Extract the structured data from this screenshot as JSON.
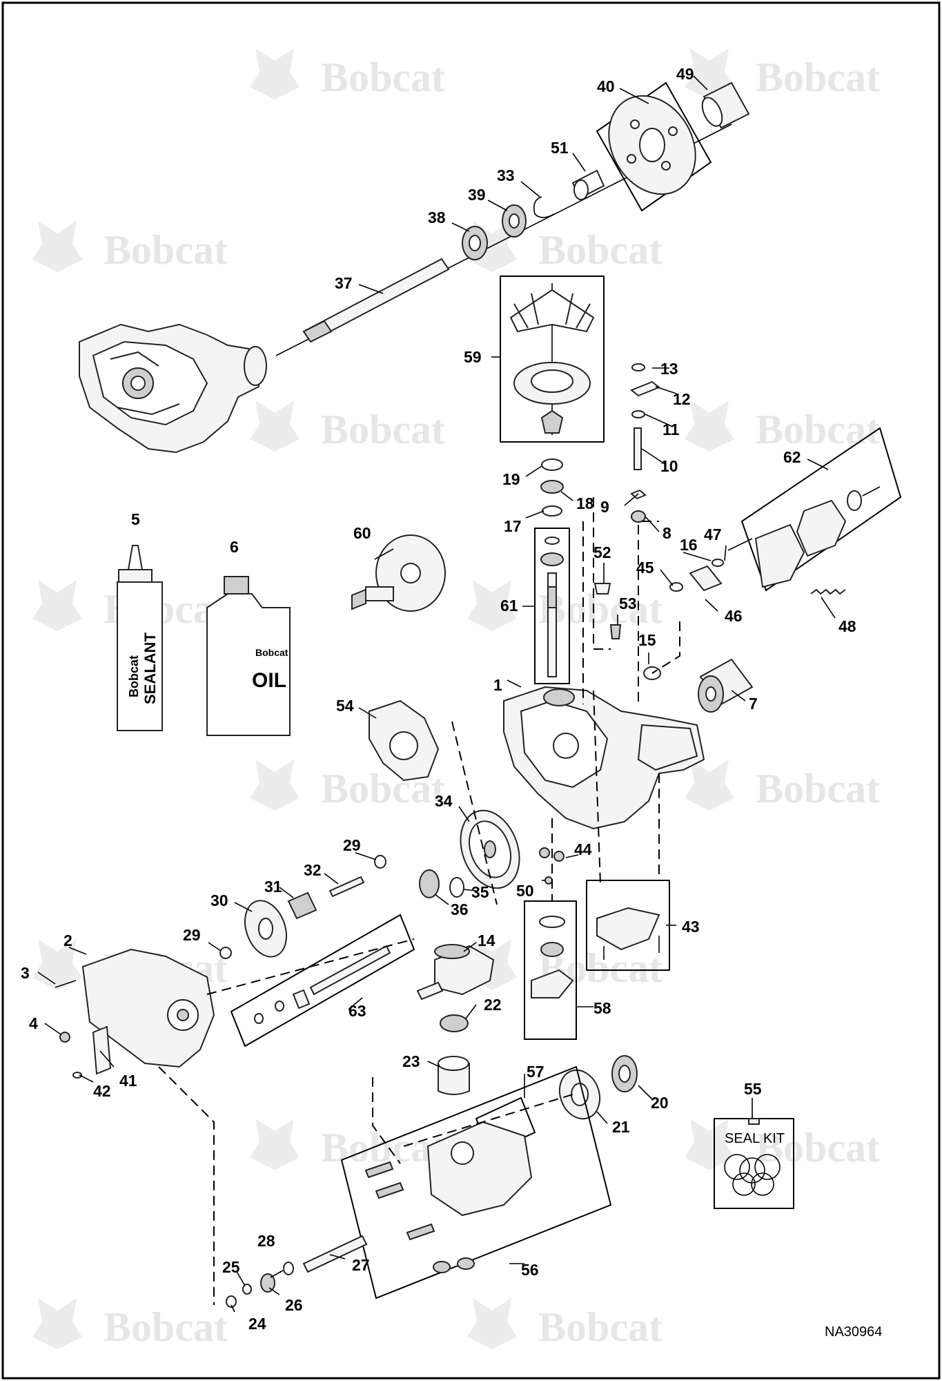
{
  "watermark": {
    "brand": "Bobcat"
  },
  "drawing_code": "NA30964",
  "kit_label": "SEAL KIT",
  "sealant_label": {
    "brand": "Bobcat",
    "product": "SEALANT"
  },
  "oil_label": {
    "brand": "Bobcat",
    "product": "OIL"
  },
  "callouts": [
    "1",
    "2",
    "3",
    "4",
    "5",
    "6",
    "7",
    "8",
    "9",
    "10",
    "11",
    "12",
    "13",
    "14",
    "15",
    "16",
    "17",
    "18",
    "19",
    "20",
    "21",
    "22",
    "23",
    "24",
    "25",
    "26",
    "27",
    "28",
    "29",
    "29",
    "30",
    "31",
    "32",
    "33",
    "34",
    "35",
    "36",
    "37",
    "38",
    "39",
    "40",
    "41",
    "42",
    "43",
    "44",
    "45",
    "46",
    "47",
    "48",
    "49",
    "50",
    "51",
    "52",
    "53",
    "54",
    "55",
    "56",
    "57",
    "58",
    "59",
    "60",
    "61",
    "62",
    "63"
  ]
}
